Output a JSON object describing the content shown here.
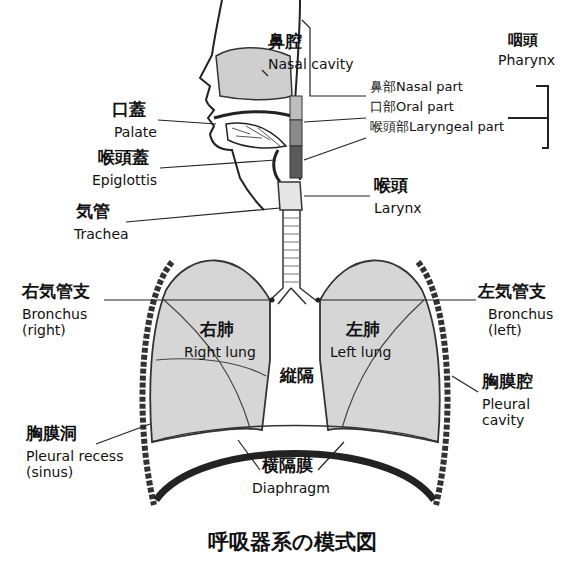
{
  "diagram": {
    "caption": "呼吸器系の模式図",
    "labels": [
      "鼻腔",
      "Nasal cavity",
      "口蓋",
      "Palate",
      "喉頭蓋",
      "Epiglottis",
      "気管",
      "Trachea",
      "鼻部Nasal part",
      "口部Oral part",
      "喉頭部Laryngeal part",
      "咽頭",
      "Pharynx",
      "喉頭",
      "Larynx",
      "右気管支",
      "Bronchus (right)",
      "左気管支",
      "Bronchus (left)",
      "右肺",
      "Right lung",
      "左肺",
      "Left lung",
      "縦隔",
      "胸膜腔",
      "Pleural cavity",
      "胸膜洞",
      "Pleural recess (sinus)",
      "横隔膜",
      "Diaphragm"
    ]
  }
}
